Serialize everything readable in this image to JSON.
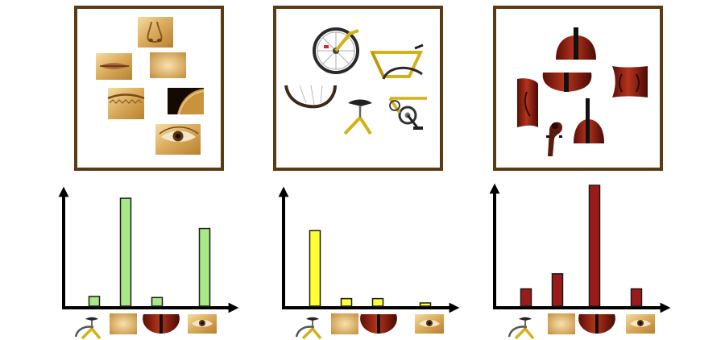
{
  "colors": {
    "frame": "#5c3a14",
    "axis": "#000000",
    "bar_stroke": "#1a1a1a"
  },
  "panels": [
    {
      "name": "face",
      "image_icon": "face-parts-icon",
      "bar_color": "#a8e887",
      "pieces": [
        "nose",
        "lips",
        "forehead-skin",
        "lace-collar",
        "hair-edge",
        "eye"
      ]
    },
    {
      "name": "bicycle",
      "image_icon": "bicycle-parts-icon",
      "bar_color": "#ffff33",
      "pieces": [
        "front-wheel",
        "frame-top",
        "rear-wheel",
        "saddle",
        "crank-gear"
      ]
    },
    {
      "name": "violin",
      "image_icon": "violin-parts-icon",
      "bar_color": "#9b1b1b",
      "pieces": [
        "violin-top",
        "violin-body-center",
        "violin-right-bout",
        "violin-left-bout",
        "violin-scroll",
        "violin-bottom"
      ]
    }
  ],
  "x_categories": [
    "bicycle-icon",
    "skin-patch-icon",
    "violin-icon",
    "eye-icon"
  ],
  "chart_data": [
    {
      "type": "bar",
      "title": "",
      "xlabel": "",
      "ylabel": "",
      "categories": [
        "bicycle-icon",
        "skin-patch-icon",
        "violin-icon",
        "eye-icon"
      ],
      "values": [
        0.09,
        1.0,
        0.08,
        0.72
      ],
      "ylim": [
        0,
        1.15
      ]
    },
    {
      "type": "bar",
      "title": "",
      "xlabel": "",
      "ylabel": "",
      "categories": [
        "bicycle-icon",
        "skin-patch-icon",
        "violin-icon",
        "eye-icon"
      ],
      "values": [
        0.7,
        0.07,
        0.07,
        0.03
      ],
      "ylim": [
        0,
        1.15
      ]
    },
    {
      "type": "bar",
      "title": "",
      "xlabel": "",
      "ylabel": "",
      "categories": [
        "bicycle-icon",
        "skin-patch-icon",
        "violin-icon",
        "eye-icon"
      ],
      "values": [
        0.16,
        0.3,
        1.12,
        0.16
      ],
      "ylim": [
        0,
        1.15
      ]
    }
  ]
}
